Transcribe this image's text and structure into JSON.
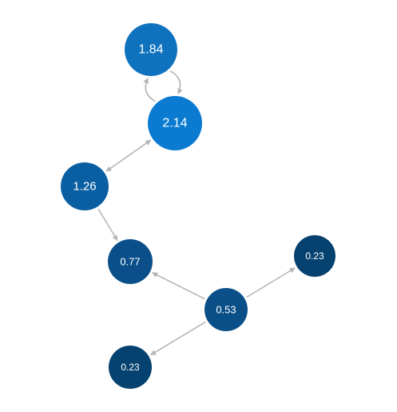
{
  "graph": {
    "edge_color": "#b5b5b5",
    "nodes": [
      {
        "id": "n1",
        "label": "1.84",
        "color": "#0e72be"
      },
      {
        "id": "n2",
        "label": "2.14",
        "color": "#0a7bd0"
      },
      {
        "id": "n3",
        "label": "1.26",
        "color": "#0a5fa2"
      },
      {
        "id": "n4",
        "label": "0.77",
        "color": "#0a4f8a"
      },
      {
        "id": "n5",
        "label": "0.53",
        "color": "#0a4f88"
      },
      {
        "id": "n6",
        "label": "0.23",
        "color": "#05426f"
      },
      {
        "id": "n7",
        "label": "0.23",
        "color": "#05426f"
      }
    ],
    "edges": [
      {
        "from": "n1",
        "to": "n2",
        "arrow": "end"
      },
      {
        "from": "n2",
        "to": "n1",
        "arrow": "end"
      },
      {
        "from": "n2",
        "to": "n3",
        "arrow": "both"
      },
      {
        "from": "n3",
        "to": "n4",
        "arrow": "end"
      },
      {
        "from": "n5",
        "to": "n4",
        "arrow": "end"
      },
      {
        "from": "n5",
        "to": "n6",
        "arrow": "end"
      },
      {
        "from": "n5",
        "to": "n7",
        "arrow": "end"
      }
    ]
  }
}
